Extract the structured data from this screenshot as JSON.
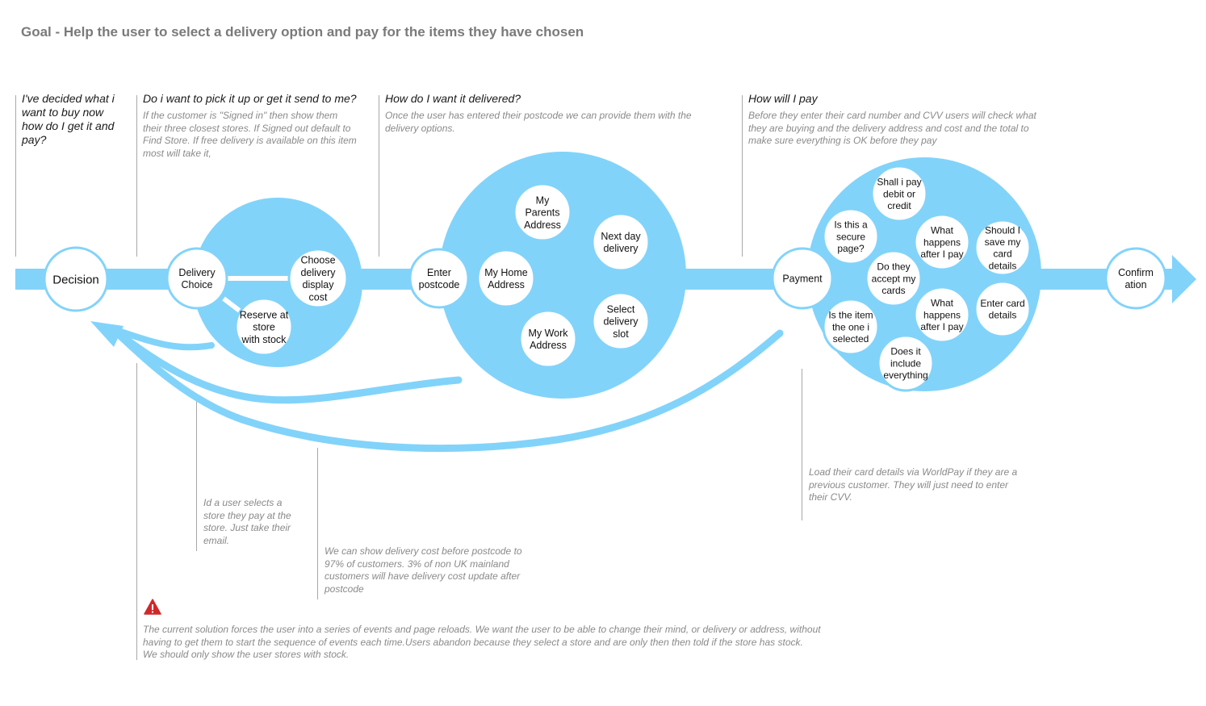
{
  "goal": "Goal - Help the user to select a delivery option and pay for the items they have chosen",
  "colors": {
    "flow": "#82d3fa",
    "node_border": "#82d3fa",
    "node_fill": "#ffffff",
    "warning": "#d0282a",
    "note_text": "#8a8a8a",
    "title_text": "#1a1a1a"
  },
  "phases": [
    {
      "title": "I've decided what i want to buy now how do I get it and pay?",
      "lines": [
        "I've decided what i",
        "want to buy now",
        "how do I get it and",
        "pay?"
      ],
      "description": ""
    },
    {
      "title": "Do i want to pick it up or get it send to me?",
      "lines": [
        "Do i want to pick it up or get it send to me?"
      ],
      "description": "If the customer is \"Signed in\" then show them their three closest stores. If Signed out default to Find Store. If free delivery is available on this item most will take it,",
      "desc_lines": [
        "If the customer is \"Signed in\" then show them",
        "their three closest stores. If Signed out default to",
        "Find Store. If free delivery is available on this item",
        "most will take it,"
      ]
    },
    {
      "title": "How do I want it delivered?",
      "lines": [
        "How do I want it delivered?"
      ],
      "description": "Once the user has entered their postcode we can provide them with the delivery options.",
      "desc_lines": [
        "Once the user has entered their postcode we can provide them with the",
        "delivery options."
      ]
    },
    {
      "title": "How will I pay",
      "lines": [
        "How will I pay"
      ],
      "description": "Before they enter their card number and CVV users will check what they are buying and the delivery address and cost and the total to make sure everything is OK before they pay",
      "desc_lines": [
        "Before they enter their card number and CVV users will check what",
        "they are buying and the delivery address and cost and the total to",
        "make sure everything is OK before they pay"
      ]
    }
  ],
  "nodes": {
    "decision": [
      "Decision"
    ],
    "delivery_choice": [
      "Delivery",
      "Choice"
    ],
    "choose_delivery": [
      "Choose",
      "delivery",
      "display",
      "cost"
    ],
    "reserve_store": [
      "Reserve at",
      "store",
      "with stock"
    ],
    "enter_postcode": [
      "Enter",
      "postcode"
    ],
    "parents_address": [
      "My",
      "Parents",
      "Address"
    ],
    "home_address": [
      "My Home",
      "Address"
    ],
    "work_address": [
      "My Work",
      "Address"
    ],
    "next_day": [
      "Next day",
      "delivery"
    ],
    "select_slot": [
      "Select",
      "delivery",
      "slot"
    ],
    "payment": [
      "Payment"
    ],
    "debit_credit": [
      "Shall i pay",
      "debit or",
      "credit"
    ],
    "secure_page": [
      "Is this a",
      "secure",
      "page?"
    ],
    "what_happens_1": [
      "What",
      "happens",
      "after I pay"
    ],
    "save_card": [
      "Should I",
      "save my",
      "card",
      "details"
    ],
    "accept_cards": [
      "Do they",
      "accept my",
      "cards"
    ],
    "item_selected": [
      "Is the item",
      "the one i",
      "selected"
    ],
    "what_happens_2": [
      "What",
      "happens",
      "after I pay"
    ],
    "enter_card": [
      "Enter card",
      "details"
    ],
    "include_everything": [
      "Does it",
      "include",
      "everything"
    ],
    "confirmation": [
      "Confirm",
      "ation"
    ]
  },
  "annotations": {
    "store_pay": {
      "text": "Id a user selects a store they pay at the store. Just take their email.",
      "lines": [
        "Id a user selects a",
        "store they pay at the",
        "store. Just take their",
        "email."
      ]
    },
    "delivery_cost": {
      "text": "We can show delivery cost before postcode to 97% of customers. 3% of non UK mainland customers will have delivery cost update after postcode",
      "lines": [
        "We can show delivery cost before postcode to",
        "97% of customers. 3% of non UK mainland",
        "customers will have delivery cost update after",
        "postcode"
      ]
    },
    "worldpay": {
      "text": "Load their card details via WorldPay if they are a previous customer. They will just need to enter their CVV.",
      "lines": [
        "Load their card details via WorldPay if they are a",
        "previous customer. They will just need to enter",
        "their CVV."
      ]
    },
    "problem": {
      "icon": "warning-icon",
      "text": "The current solution forces the user into a series of events and page reloads. We want the user to be able to change their mind, or delivery or address, without having to get them to start the sequence of events each time.Users abandon because they select a store and are only then then told if the store has stock. We should only show the user stores with stock.",
      "lines": [
        "The current solution forces the user into a series of events and page reloads. We want the user to be able to change their mind, or delivery or address, without",
        "having to get them to start the sequence of events each time.Users abandon because they select a store and are only then then told if the store has stock.",
        "We should only show the user stores with stock."
      ]
    }
  }
}
